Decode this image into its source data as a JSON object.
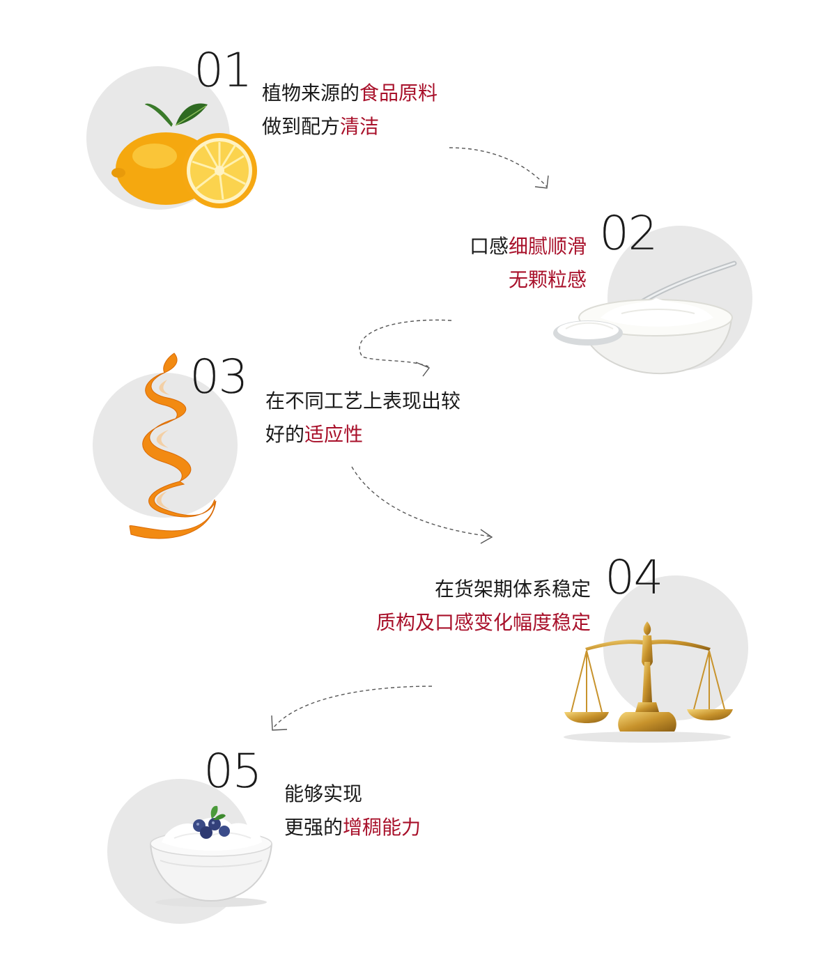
{
  "steps": [
    {
      "number": "01",
      "line1_plain": "植物来源的",
      "line1_highlight": "食品原料",
      "line2_plain": "做到配方",
      "line2_highlight": "清洁",
      "image": "lemon"
    },
    {
      "number": "02",
      "line1_plain": "口感",
      "line1_highlight": "细腻顺滑",
      "line2_plain": "",
      "line2_highlight": "无颗粒感",
      "image": "yogurt-bowl-spoon"
    },
    {
      "number": "03",
      "line1_plain": "在不同工艺上表现出较",
      "line1_highlight": "",
      "line2_plain": "好的",
      "line2_highlight": "适应性",
      "image": "orange-peel-spiral"
    },
    {
      "number": "04",
      "line1_plain": "在货架期体系稳定",
      "line1_highlight": "",
      "line2_plain": "",
      "line2_highlight": "质构及口感变化幅度稳定",
      "image": "balance-scale"
    },
    {
      "number": "05",
      "line1_plain": "能够实现",
      "line1_highlight": "",
      "line2_plain": "更强的",
      "line2_highlight": "增稠能力",
      "image": "yogurt-blueberries"
    }
  ],
  "colors": {
    "highlight": "#a8102a",
    "text": "#1a1a1a",
    "circle": "#e8e8e8",
    "arrow": "#555555"
  }
}
